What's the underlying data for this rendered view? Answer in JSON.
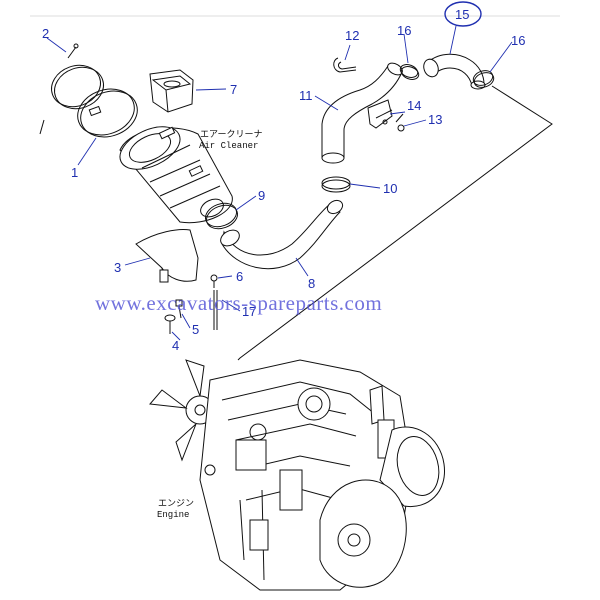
{
  "callouts": {
    "p1": "1",
    "p2": "2",
    "p3": "3",
    "p4": "4",
    "p5": "5",
    "p6": "6",
    "p7": "7",
    "p8": "8",
    "p9": "9",
    "p10": "10",
    "p11": "11",
    "p12": "12",
    "p13": "13",
    "p14": "14",
    "p15": "15",
    "p16a": "16",
    "p16b": "16",
    "p17": "17"
  },
  "highlighted_part": "15",
  "labels": {
    "air_cleaner_jp": "エアークリーナ",
    "air_cleaner_en": "Air Cleaner",
    "engine_jp": "エンジン",
    "engine_en": "Engine"
  },
  "watermark": "www.excavators-spareparts.com",
  "colors": {
    "callout": "#1f2fb0",
    "highlight_circle": "#1f2fb0",
    "watermark": "#5a5ad8",
    "line_art": "#111111"
  }
}
